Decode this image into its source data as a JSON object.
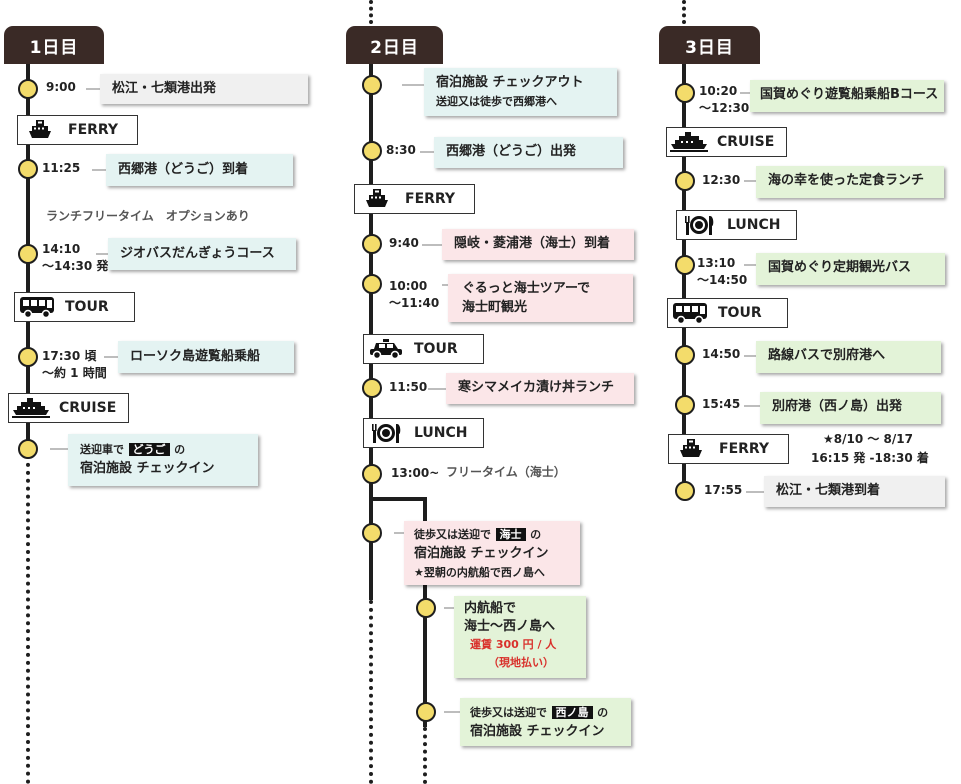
{
  "day1": {
    "header": "1日目",
    "events": [
      {
        "time": "9:00",
        "text": "松江・七類港出発"
      },
      {
        "time": "11:25",
        "text": "西郷港（どうご）到着"
      },
      {
        "time": "14:10",
        "time2": "～14:30 発",
        "text": "ジオバスだんぎょうコース"
      },
      {
        "time": "17:30 頃",
        "time2": "～約 1 時間",
        "text": "ローソク島遊覧船乗船"
      },
      {
        "pre": "送迎車で",
        "tag": "どうご",
        "post": "の",
        "line2": "宿泊施設 チェックイン"
      }
    ],
    "transports": [
      "FERRY",
      "TOUR",
      "CRUISE"
    ],
    "note": "ランチフリータイム　オプションあり"
  },
  "day2": {
    "header": "2日目",
    "events": [
      {
        "line1": "宿泊施設 チェックアウト",
        "line2": "送迎又は徒歩で西郷港へ"
      },
      {
        "time": "8:30",
        "text": "西郷港（どうご）出発"
      },
      {
        "time": "9:40",
        "text": "隠岐・菱浦港（海士）到着"
      },
      {
        "time": "10:00",
        "time2": "～11:40",
        "line1": "ぐるっと海士ツアーで",
        "line2": "海士町観光"
      },
      {
        "time": "11:50",
        "text": "寒シマメイカ漬け丼ランチ"
      },
      {
        "time": "13:00~",
        "text": "フリータイム（海士）"
      },
      {
        "pre": "徒歩又は送迎で",
        "tag": "海士",
        "post": "の",
        "line2": "宿泊施設 チェックイン",
        "line3": "★翌朝の内航船で西ノ島へ"
      },
      {
        "line1": "内航船で",
        "line2": "海士～西ノ島へ",
        "line3": "運賃 300 円 / 人",
        "line4": "（現地払い）"
      },
      {
        "pre": "徒歩又は送迎で",
        "tag": "西ノ島",
        "post": "の",
        "line2": "宿泊施設 チェックイン"
      }
    ],
    "transports": [
      "FERRY",
      "TOUR",
      "LUNCH"
    ]
  },
  "day3": {
    "header": "3日目",
    "events": [
      {
        "time": "10:20",
        "time2": "～12:30",
        "text": "国賀めぐり遊覧船乗船Bコース"
      },
      {
        "time": "12:30",
        "text": "海の幸を使った定食ランチ"
      },
      {
        "time": "13:10",
        "time2": "～14:50",
        "text": "国賀めぐり定期観光バス"
      },
      {
        "time": "14:50",
        "text": "路線バスで別府港へ"
      },
      {
        "time": "15:45",
        "text": "別府港（西ノ島）出発"
      },
      {
        "time": "17:55",
        "text": "松江・七類港到着"
      }
    ],
    "transports": [
      "CRUISE",
      "LUNCH",
      "TOUR",
      "FERRY"
    ],
    "ferry_note1": "★8/10 ～ 8/17",
    "ferry_note2": "16:15 発 -18:30 着"
  },
  "colors": {
    "header": "#3a2a26",
    "node": "#f3dc6b",
    "gray": "#f0f0f0",
    "teal": "#e4f3f2",
    "pink": "#fbe6e8",
    "green": "#e3f3d8",
    "fare": "#d9302b"
  },
  "icons": [
    "ferry-icon",
    "bus-icon",
    "cruise-ship-icon",
    "taxi-icon",
    "lunch-icon"
  ]
}
